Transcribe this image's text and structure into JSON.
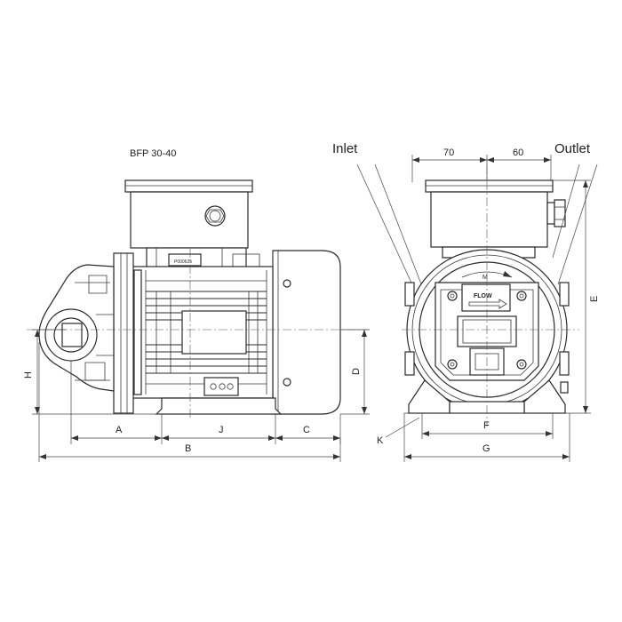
{
  "title": "BFP 30-40",
  "serial_label": "P000625",
  "labels": {
    "inlet": "Inlet",
    "outlet": "Outlet",
    "motor_mark": "M",
    "flow_mark": "FLOW"
  },
  "dimensions": {
    "a": "A",
    "b": "B",
    "c": "C",
    "d": "D",
    "e": "E",
    "f": "F",
    "g": "G",
    "h": "H",
    "j": "J",
    "k": "K",
    "inlet_offset": "70",
    "outlet_offset": "60"
  }
}
